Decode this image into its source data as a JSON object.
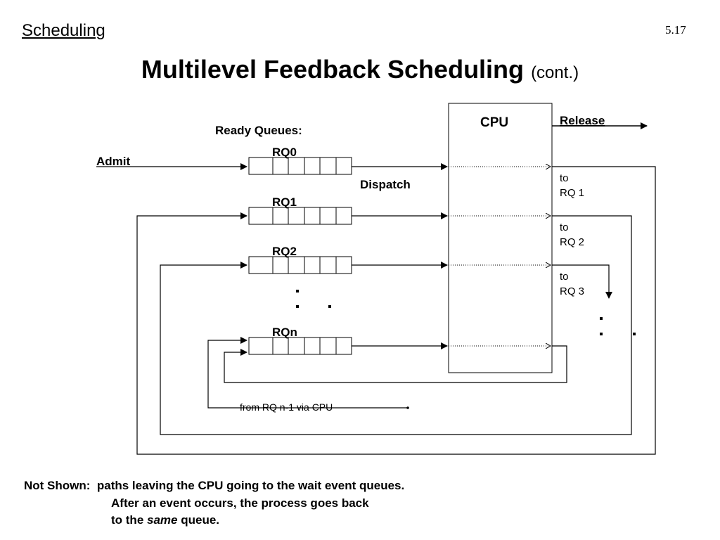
{
  "header": {
    "section_title": "Scheduling",
    "page_number": "5.17"
  },
  "title": {
    "main": "Multilevel Feedback Scheduling",
    "sub": "(cont.)"
  },
  "diagram": {
    "ready_queues_label": "Ready Queues:",
    "admit_label": "Admit",
    "dispatch_label": "Dispatch",
    "cpu_label": "CPU",
    "release_label": "Release",
    "queues": [
      "RQ0",
      "RQ1",
      "RQ2",
      "RQn"
    ],
    "to_labels": [
      {
        "line1": "to",
        "line2": "RQ 1"
      },
      {
        "line1": "to",
        "line2": "RQ 2"
      },
      {
        "line1": "to",
        "line2": "RQ 3"
      }
    ],
    "from_label": "from RQ n-1 via CPU"
  },
  "note": {
    "prefix": "Not Shown:",
    "line1": "paths leaving the CPU going to the wait event queues.",
    "line2": "After an event occurs, the process goes back",
    "line3_before": "to the",
    "line3_em": "same",
    "line3_after": "queue."
  }
}
